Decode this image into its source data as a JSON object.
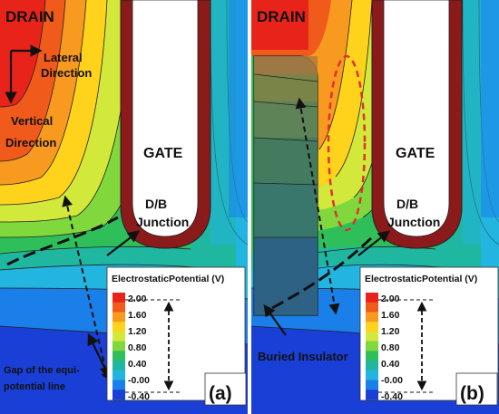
{
  "panels": [
    {
      "id": "a",
      "drain_label": "DRAIN",
      "lateral_label_line1": "Lateral",
      "lateral_label_line2": "Direction",
      "vertical_label_line1": "Vertical",
      "vertical_label_line2": "Direction",
      "gate_label": "GATE",
      "junction_label_line1": "D/B",
      "junction_label_line2": "Junction",
      "gap_label_line1": "Gap of the equi-",
      "gap_label_line2": "potential line",
      "panel_tag": "(a)",
      "legend_title": "ElectrostaticPotential (V)",
      "legend_ticks": [
        "2.00",
        "1.60",
        "1.20",
        "0.80",
        "0.40",
        "-0.00",
        "-0.40"
      ]
    },
    {
      "id": "b",
      "drain_label": "DRAIN",
      "gate_label": "GATE",
      "junction_label_line1": "D/B",
      "junction_label_line2": "Junction",
      "insulator_label": "Buried Insulator",
      "panel_tag": "(b)",
      "legend_title": "ElectrostaticPotential (V)",
      "legend_ticks": [
        "2.00",
        "1.60",
        "1.20",
        "0.80",
        "0.40",
        "-0.00",
        "-0.40"
      ]
    }
  ],
  "colors": {
    "gate_oxide": "#8b1a1a",
    "background_blue": "#1a3fd6",
    "drain_red": "#e8231a",
    "insulator_teal": "#2e6f82",
    "highlight_dash": "#e03030"
  },
  "legend_colorscale": [
    "#e8231a",
    "#f05a1a",
    "#f89a20",
    "#ffd21c",
    "#d2e83a",
    "#80d83c",
    "#2fbf5a",
    "#20b7a0",
    "#22b5e0",
    "#1a7fe8",
    "#1a3fd6"
  ]
}
